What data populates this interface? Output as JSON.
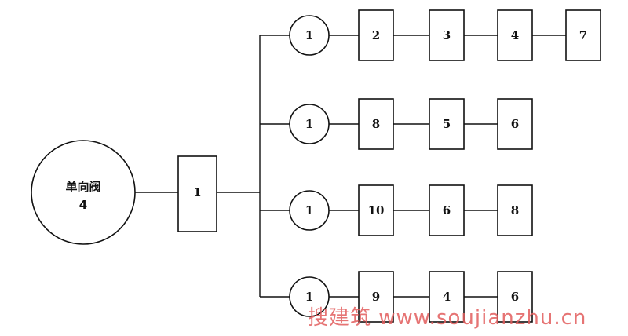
{
  "root": {
    "line1": "单向阀",
    "line2": "4"
  },
  "hub": "1",
  "branches": [
    {
      "circle": "1",
      "boxes": [
        "2",
        "3",
        "4",
        "7"
      ]
    },
    {
      "circle": "1",
      "boxes": [
        "8",
        "5",
        "6"
      ]
    },
    {
      "circle": "1",
      "boxes": [
        "10",
        "6",
        "8"
      ]
    },
    {
      "circle": "1",
      "boxes": [
        "9",
        "4",
        "6"
      ]
    }
  ],
  "watermark": "搜建筑 www.soujianzhu.cn"
}
